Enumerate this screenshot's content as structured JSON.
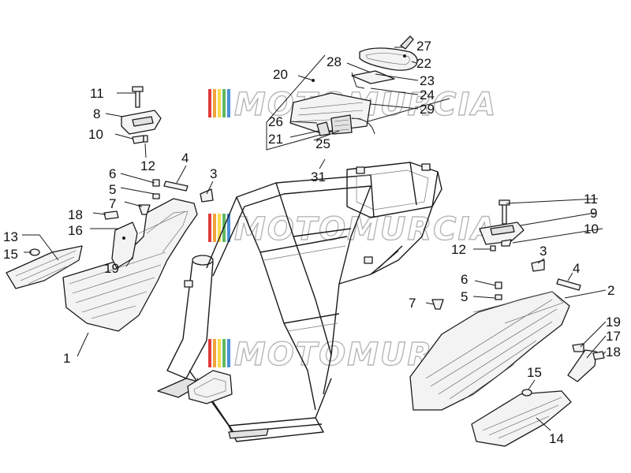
{
  "watermark": {
    "text": "MOTOMURCIA",
    "stripe_colors": [
      "#e23b3b",
      "#f2a33a",
      "#f5dc4a",
      "#5fb85f",
      "#4a8fd6"
    ]
  },
  "callouts": {
    "c1": "1",
    "c2": "2",
    "c3a": "3",
    "c3b": "3",
    "c4a": "4",
    "c4b": "4",
    "c5a": "5",
    "c5b": "5",
    "c6a": "6",
    "c6b": "6",
    "c7a": "7",
    "c7b": "7",
    "c8": "8",
    "c9": "9",
    "c10a": "10",
    "c10b": "10",
    "c11a": "11",
    "c11b": "11",
    "c12a": "12",
    "c12b": "12",
    "c13": "13",
    "c14": "14",
    "c15a": "15",
    "c15b": "15",
    "c16": "16",
    "c17": "17",
    "c18a": "18",
    "c18b": "18",
    "c19a": "19",
    "c19b": "19",
    "c20": "20",
    "c21": "21",
    "c22": "22",
    "c23": "23",
    "c24": "24",
    "c25": "25",
    "c26": "26",
    "c27": "27",
    "c28": "28",
    "c29": "29",
    "c31": "31"
  }
}
